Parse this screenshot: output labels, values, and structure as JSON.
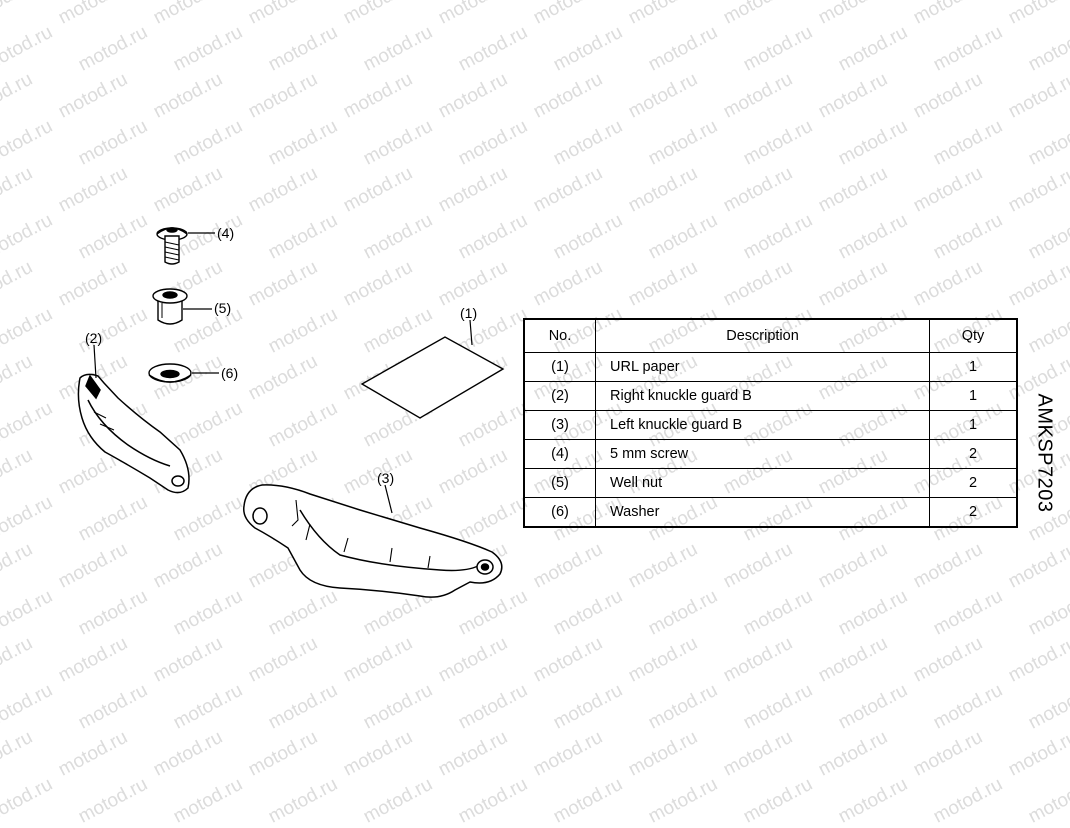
{
  "watermark": {
    "text": "motod.ru"
  },
  "diagram_code": "AMKSP7203",
  "callouts": {
    "c1": "(1)",
    "c2": "(2)",
    "c3": "(3)",
    "c4": "(4)",
    "c5": "(5)",
    "c6": "(6)"
  },
  "table": {
    "headers": {
      "no": "No.",
      "description": "Description",
      "qty": "Qty"
    },
    "rows": [
      {
        "no": "(1)",
        "description": "URL paper",
        "qty": "1"
      },
      {
        "no": "(2)",
        "description": "Right knuckle guard B",
        "qty": "1"
      },
      {
        "no": "(3)",
        "description": "Left knuckle guard B",
        "qty": "1"
      },
      {
        "no": "(4)",
        "description": "5 mm screw",
        "qty": "2"
      },
      {
        "no": "(5)",
        "description": "Well nut",
        "qty": "2"
      },
      {
        "no": "(6)",
        "description": "Washer",
        "qty": "2"
      }
    ]
  }
}
